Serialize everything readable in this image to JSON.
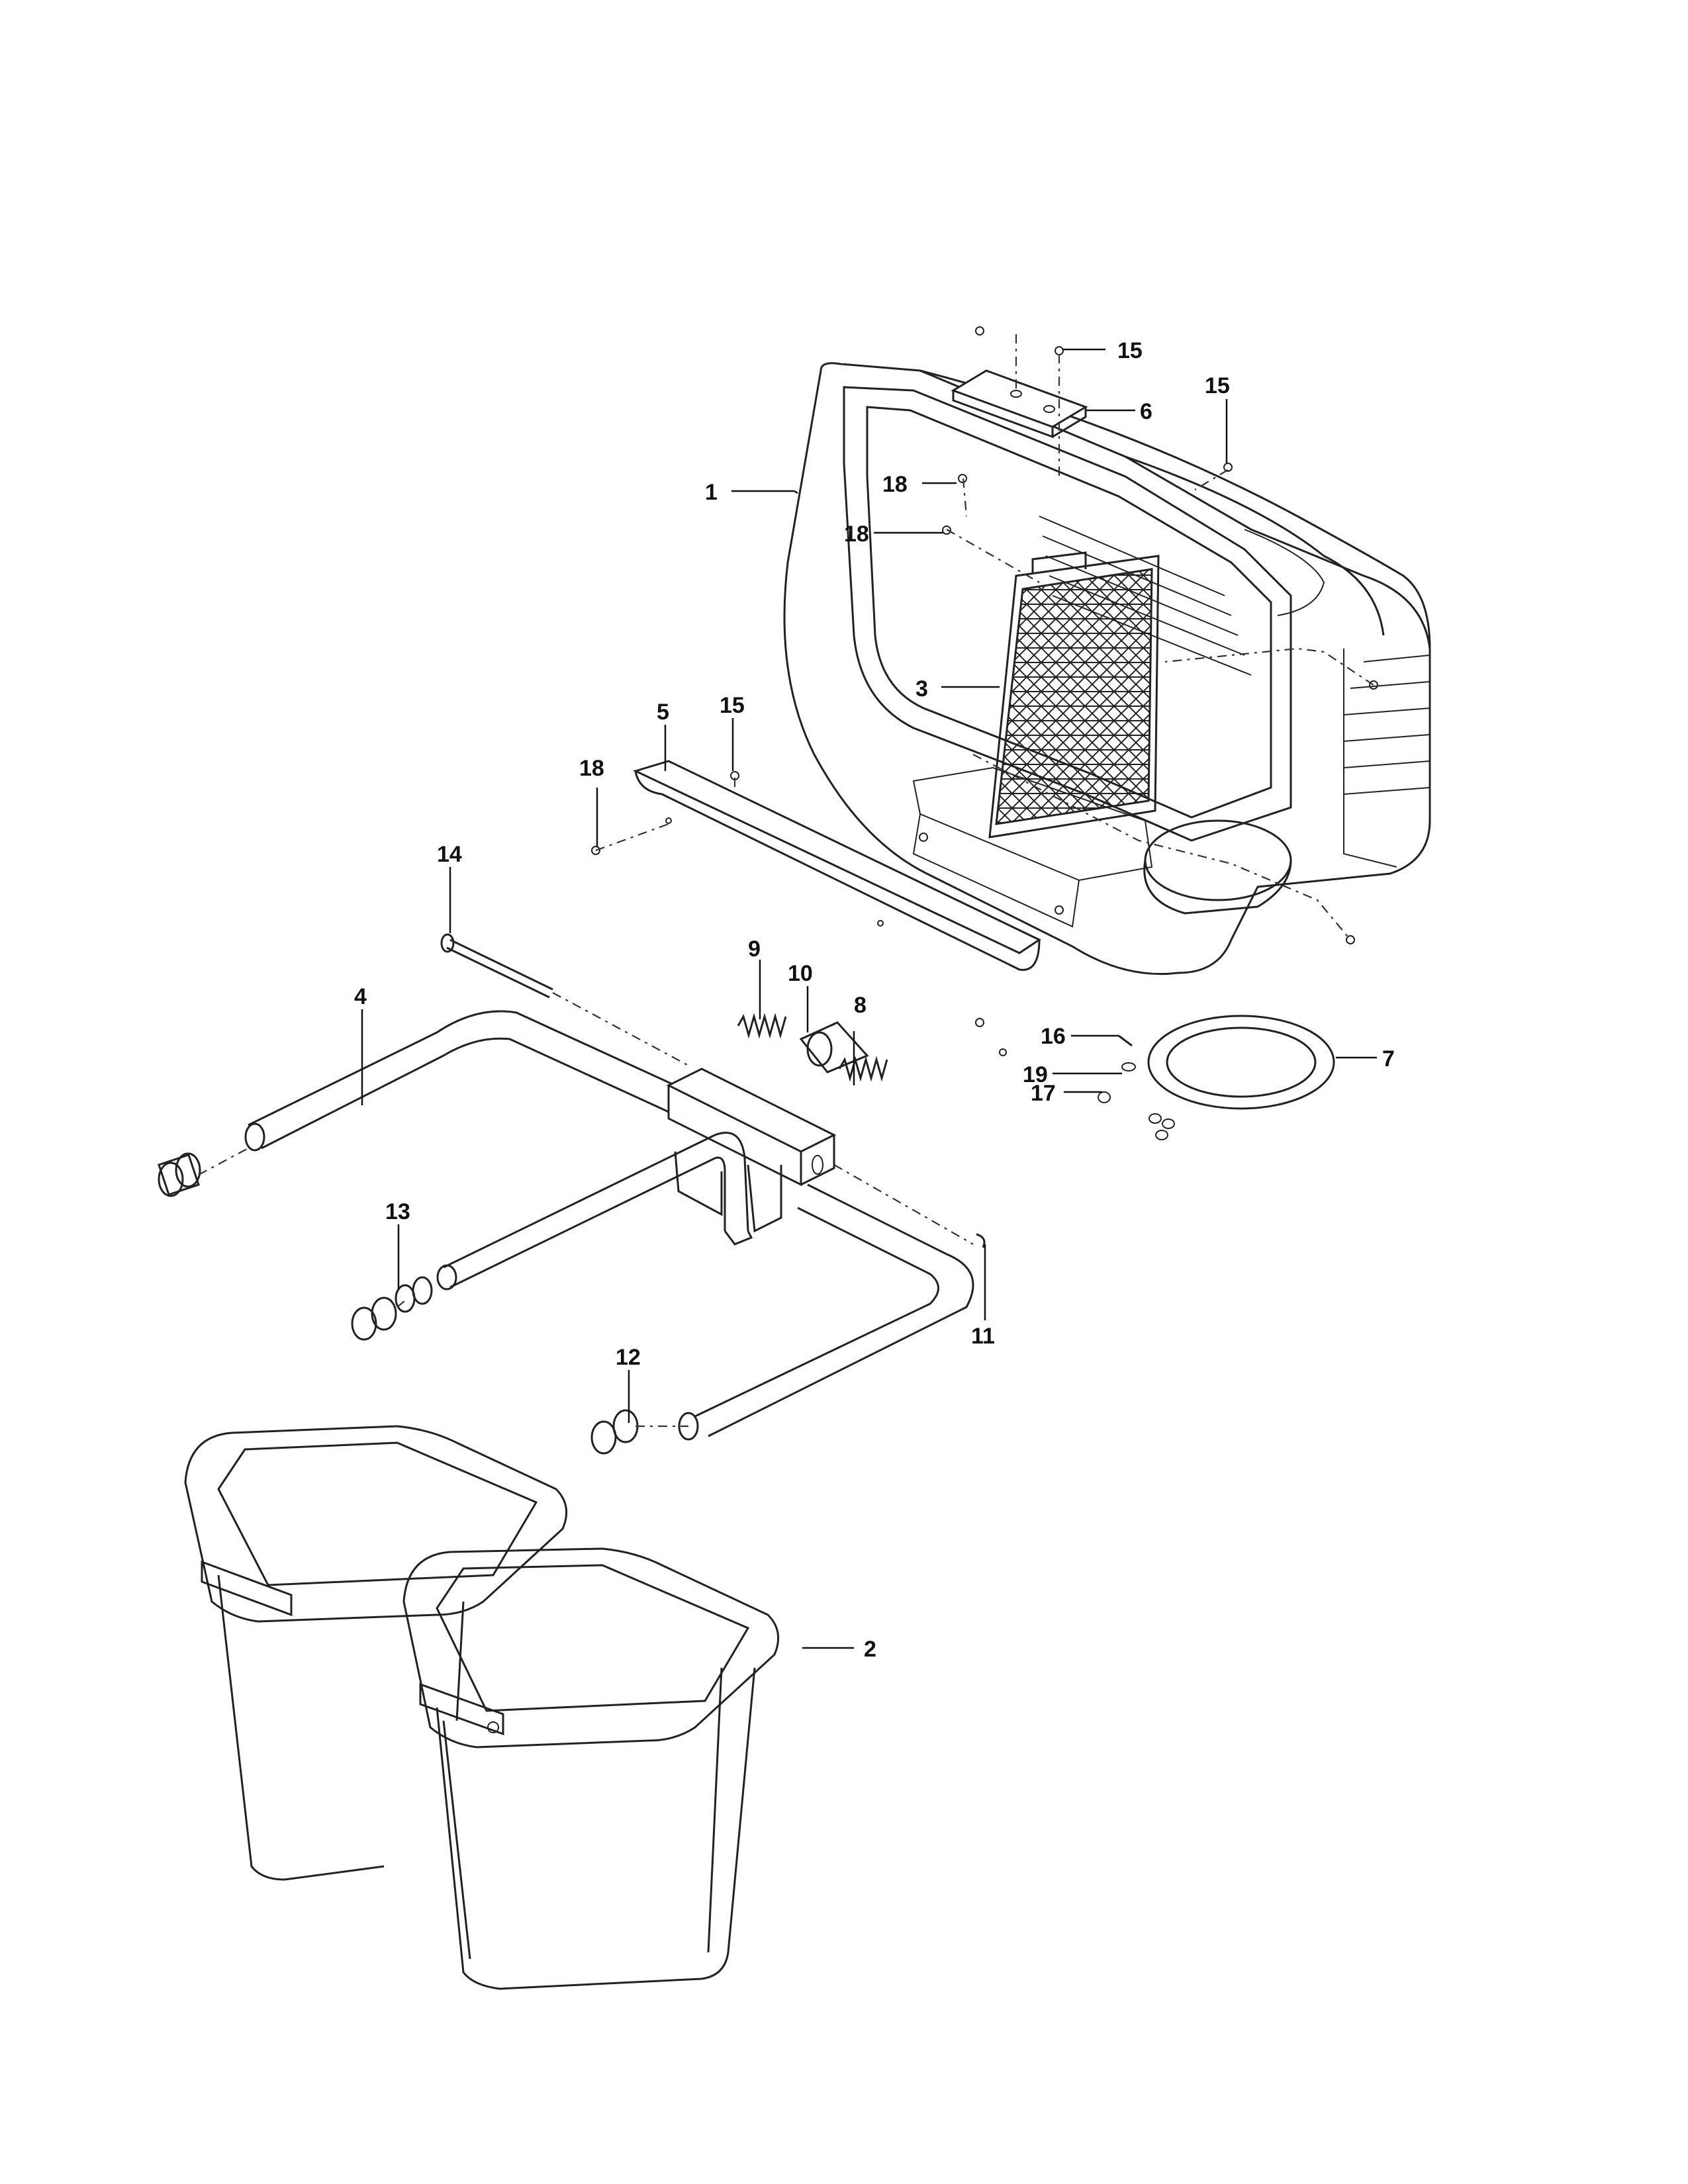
{
  "diagram": {
    "callouts": [
      {
        "id": "c1",
        "label": "1"
      },
      {
        "id": "c2",
        "label": "2"
      },
      {
        "id": "c3",
        "label": "3"
      },
      {
        "id": "c4",
        "label": "4"
      },
      {
        "id": "c5",
        "label": "5"
      },
      {
        "id": "c6",
        "label": "6"
      },
      {
        "id": "c7",
        "label": "7"
      },
      {
        "id": "c8",
        "label": "8"
      },
      {
        "id": "c9",
        "label": "9"
      },
      {
        "id": "c10",
        "label": "10"
      },
      {
        "id": "c11",
        "label": "11"
      },
      {
        "id": "c12",
        "label": "12"
      },
      {
        "id": "c13",
        "label": "13"
      },
      {
        "id": "c14",
        "label": "14"
      },
      {
        "id": "c15a",
        "label": "15"
      },
      {
        "id": "c15b",
        "label": "15"
      },
      {
        "id": "c15c",
        "label": "15"
      },
      {
        "id": "c16",
        "label": "16"
      },
      {
        "id": "c17",
        "label": "17"
      },
      {
        "id": "c18a",
        "label": "18"
      },
      {
        "id": "c18b",
        "label": "18"
      },
      {
        "id": "c18c",
        "label": "18"
      },
      {
        "id": "c19",
        "label": "19"
      }
    ]
  }
}
